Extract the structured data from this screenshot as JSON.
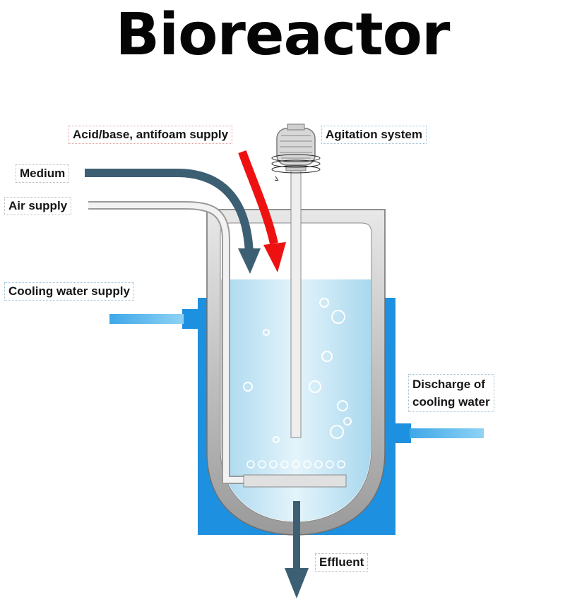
{
  "title": "Bioreactor",
  "labels": {
    "acid_base": "Acid/base, antifoam supply",
    "agitation": "Agitation system",
    "medium": "Medium",
    "air_supply": "Air supply",
    "cooling_supply": "Cooling water supply",
    "discharge_line1": "Discharge of",
    "discharge_line2": "cooling water",
    "effluent": "Effluent"
  },
  "colors": {
    "jacket_water": "#1e90e0",
    "broth": "#bfe3f2",
    "vessel_wall": "#d6d6d6",
    "medium_arrow": "#3d5f73",
    "acid_arrow": "#ee1111"
  }
}
